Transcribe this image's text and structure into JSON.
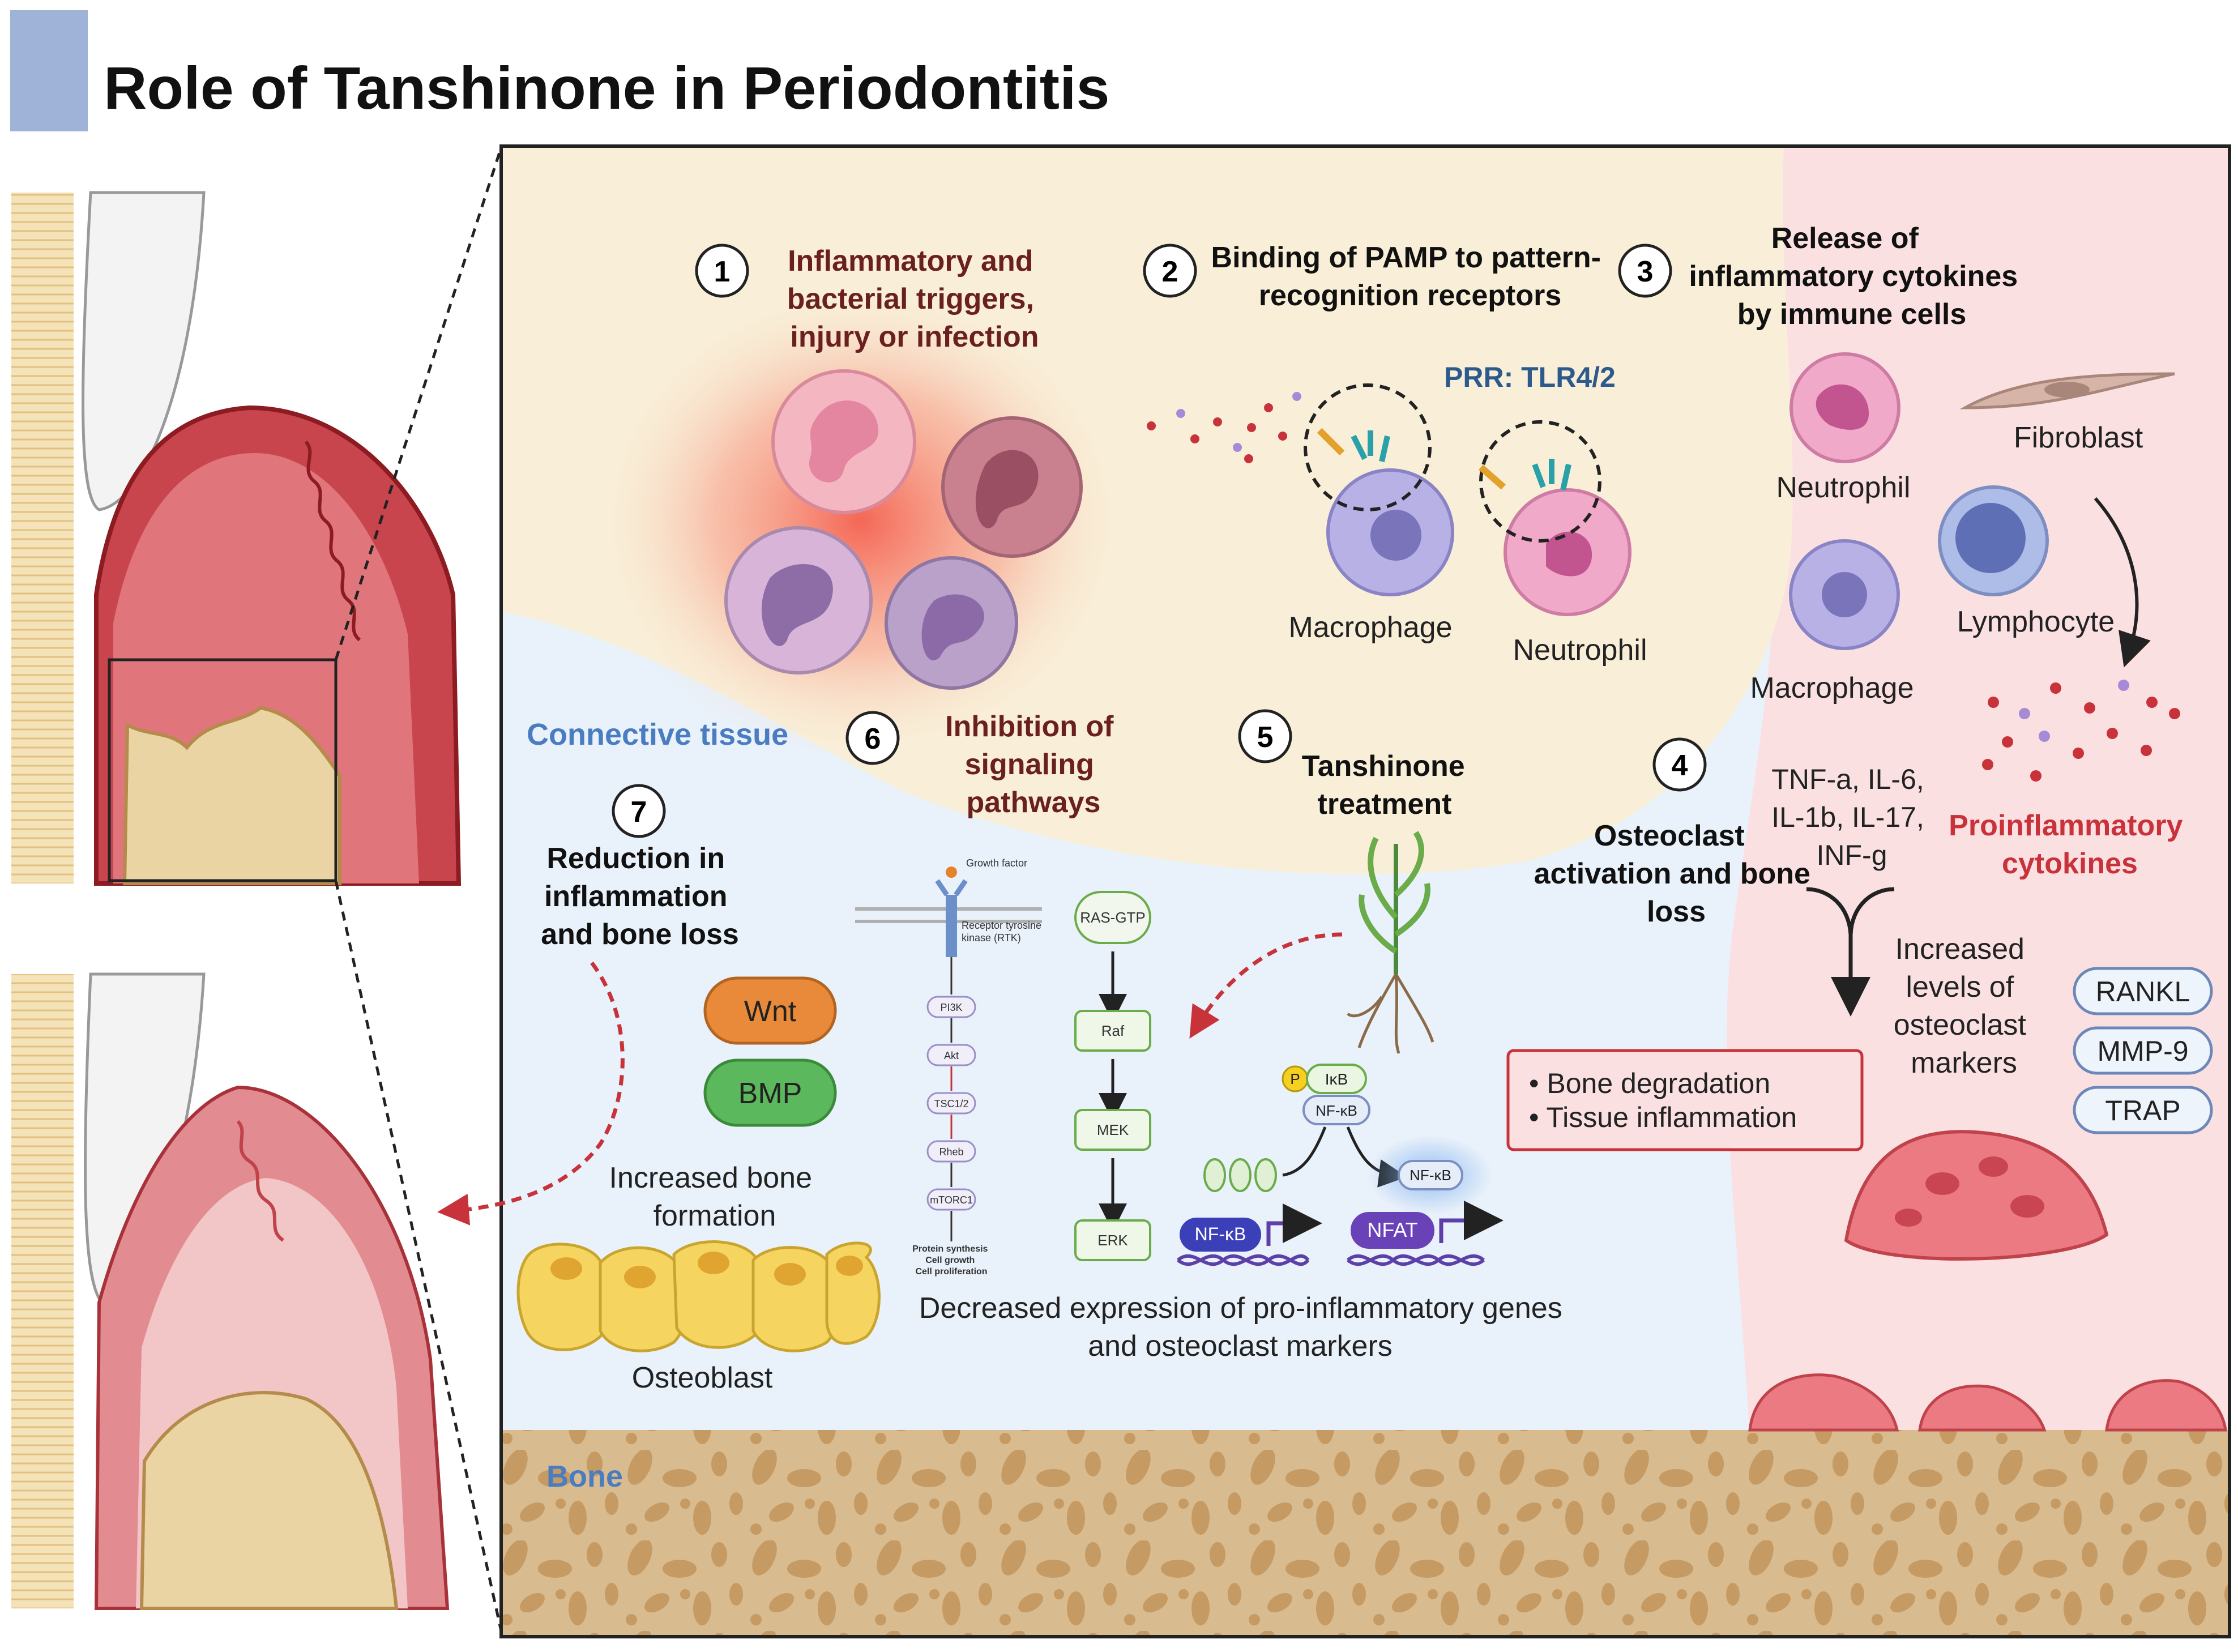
{
  "title": "Role of Tanshinone in Periodontitis",
  "accent": {
    "title_bar": "#9fb3d9",
    "number_circle": "#000000",
    "red_text": "#c8323a",
    "blue_text": "#4a7cc2",
    "dark_blue": "#2c5a8c"
  },
  "regions": {
    "connective_tissue": "Connective tissue",
    "bone": "Bone"
  },
  "steps": [
    {
      "num": "1",
      "lines": [
        "Inflammatory and",
        "bacterial triggers,",
        "injury or infection"
      ]
    },
    {
      "num": "2",
      "lines": [
        "Binding of PAMP to pattern-",
        "recognition receptors"
      ]
    },
    {
      "num": "3",
      "lines": [
        "Release of",
        "inflammatory cytokines",
        "by immune cells"
      ]
    },
    {
      "num": "4",
      "lines": [
        "Osteoclast",
        "activation and bone",
        "loss"
      ]
    },
    {
      "num": "5",
      "lines": [
        "Tanshinone",
        "treatment"
      ]
    },
    {
      "num": "6",
      "lines": [
        "Inhibition of",
        "signaling",
        "pathways"
      ]
    },
    {
      "num": "7",
      "lines": [
        "Reduction in",
        "inflammation",
        "and bone loss"
      ]
    }
  ],
  "prr_label": "PRR: TLR4/2",
  "cells": {
    "macrophage_prr": "Macrophage",
    "neutrophil_prr": "Neutrophil",
    "neutrophil_right": "Neutrophil",
    "fibroblast": "Fibroblast",
    "lymphocyte": "Lymphocyte",
    "macrophage_right": "Macrophage",
    "osteoblast": "Osteoblast"
  },
  "cytokines": {
    "list": [
      "TNF-a, IL-6,",
      "IL-1b, IL-17,",
      "INF-g"
    ],
    "label": [
      "Proinflammatory",
      "cytokines"
    ]
  },
  "osteoclast_markers": {
    "text": [
      "Increased",
      "levels of",
      "osteoclast",
      "markers"
    ],
    "markers": [
      "RANKL",
      "MMP-9",
      "TRAP"
    ]
  },
  "effects_box": [
    "• Bone degradation",
    "• Tissue inflammation"
  ],
  "wnt": "Wnt",
  "bmp": "BMP",
  "bone_formation": [
    "Increased bone",
    "formation"
  ],
  "pathway": {
    "growth_factor": "Growth factor",
    "rtk": [
      "Receptor tyrosine",
      "kinase (RTK)"
    ],
    "left_nodes": [
      "PI3K",
      "Akt",
      "TSC1/2",
      "Rheb",
      "mTORC1"
    ],
    "left_outcome": [
      "Protein synthesis",
      "Cell growth",
      "Cell proliferation"
    ],
    "mapk_nodes": [
      "RAS-GTP",
      "Raf",
      "MEK",
      "ERK"
    ],
    "p": "P",
    "ikb": "IκB",
    "nfkb": "NF-κB",
    "nfkb_free": "NF-κB",
    "nfkb_dna": "NF-κB",
    "nfat": "NFAT"
  },
  "decreased_expression": [
    "Decreased expression of pro-inflammatory genes",
    "and osteoclast markers"
  ]
}
